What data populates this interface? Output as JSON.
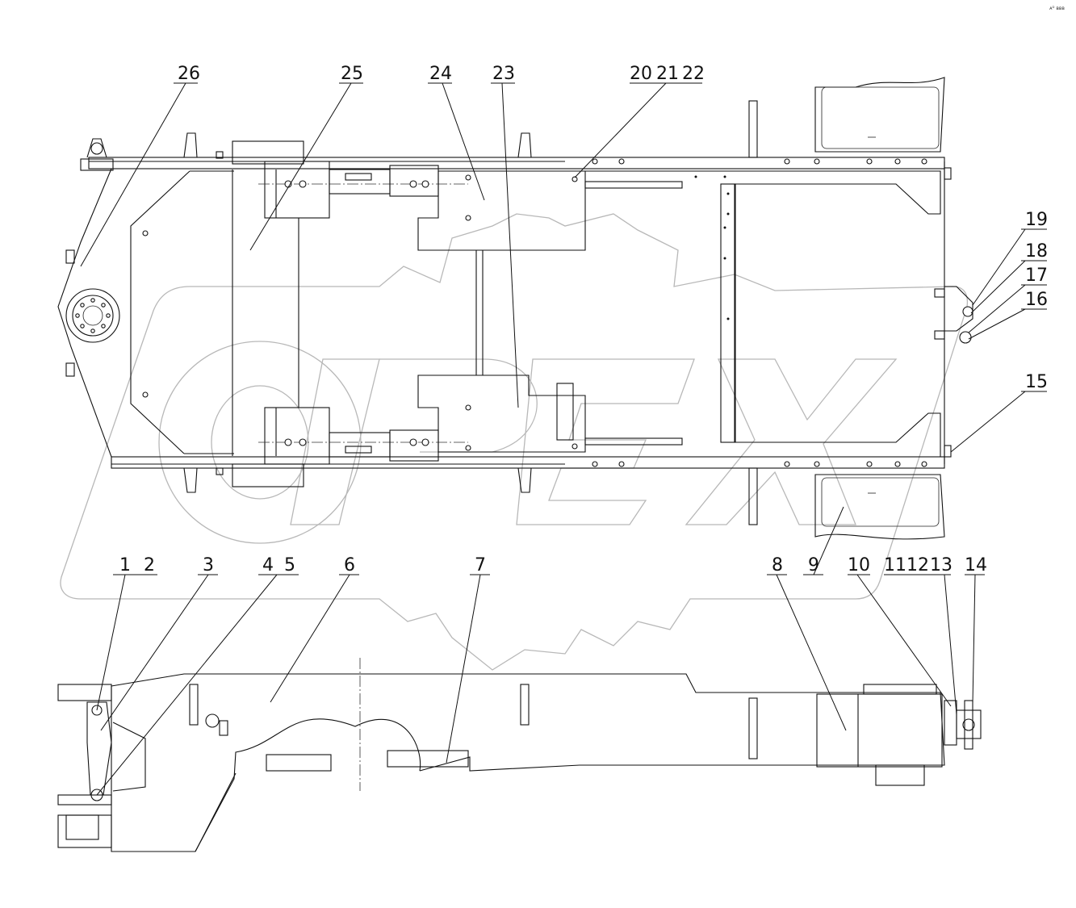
{
  "corner_note": "ᴀᴰ ʙʙʙ",
  "callouts": {
    "c1": "1",
    "c2": "2",
    "c3": "3",
    "c4": "4",
    "c5": "5",
    "c6": "6",
    "c7": "7",
    "c8": "8",
    "c9": "9",
    "c10": "10",
    "c11": "11",
    "c12": "12",
    "c13": "13",
    "c14": "14",
    "c15": "15",
    "c16": "16",
    "c17": "17",
    "c18": "18",
    "c19": "19",
    "c20": "20",
    "c21": "21",
    "c22": "22",
    "c23": "23",
    "c24": "24",
    "c25": "25",
    "c26": "26"
  },
  "colors": {
    "line": "#111111",
    "watermark": "#b8b8b8",
    "background": "#ffffff"
  }
}
